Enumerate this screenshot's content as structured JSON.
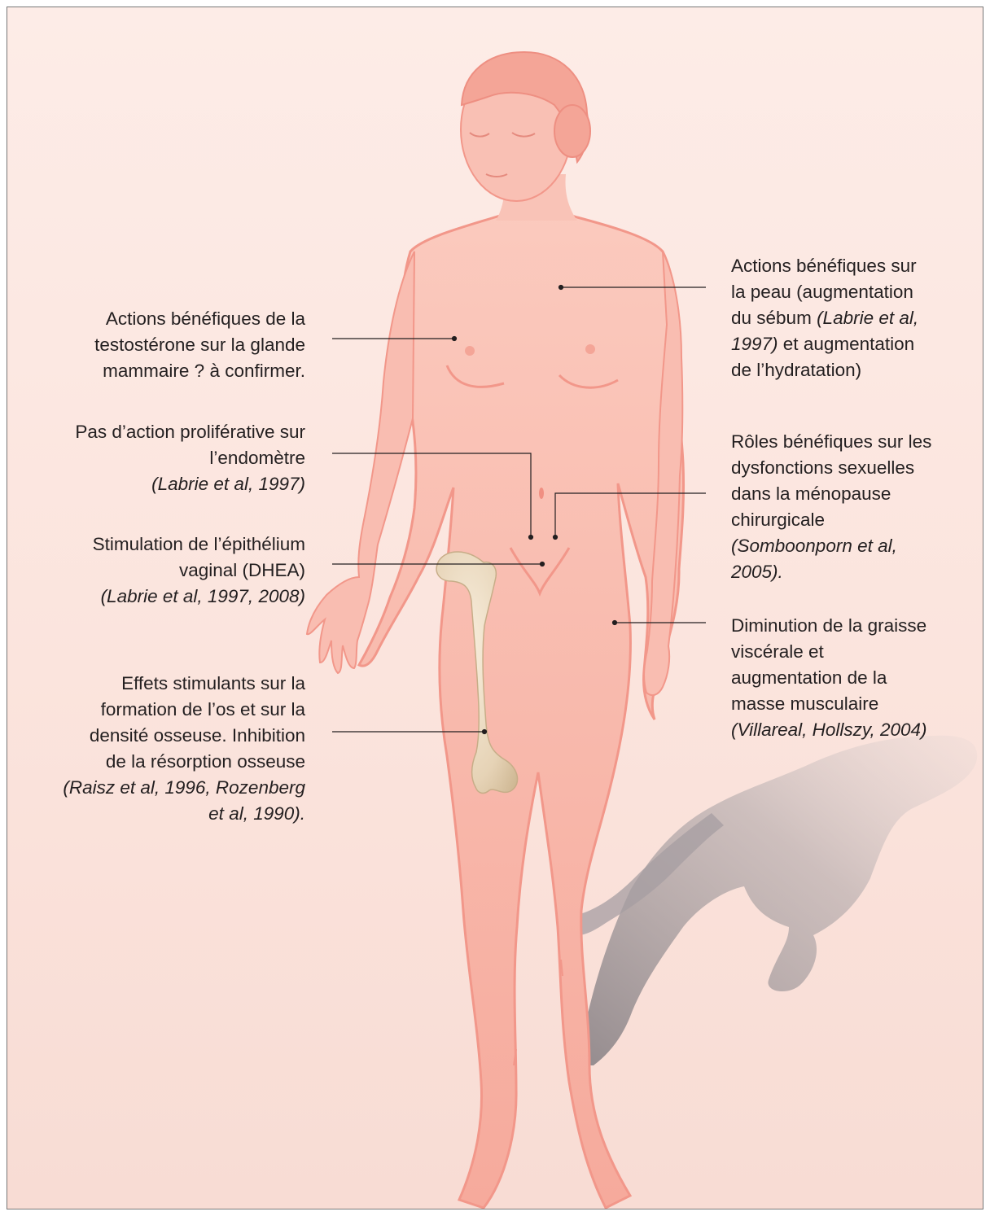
{
  "labels": {
    "mammary": {
      "lines": [
        [
          {
            "t": "Actions bénéfiques de la"
          }
        ],
        [
          {
            "t": "testostérone sur la glande"
          }
        ],
        [
          {
            "t": "mammaire ? à confirmer."
          }
        ]
      ]
    },
    "endometrium": {
      "lines": [
        [
          {
            "t": "Pas d’action proliférative sur"
          }
        ],
        [
          {
            "t": "l’endomètre"
          }
        ],
        [
          {
            "t": "(Labrie et al, 1997)",
            "i": true
          }
        ]
      ]
    },
    "vaginal": {
      "lines": [
        [
          {
            "t": "Stimulation de l’épithélium"
          }
        ],
        [
          {
            "t": "vaginal (DHEA)"
          }
        ],
        [
          {
            "t": "(Labrie et al, 1997, 2008)",
            "i": true
          }
        ]
      ]
    },
    "bone": {
      "lines": [
        [
          {
            "t": "Effets stimulants sur la"
          }
        ],
        [
          {
            "t": "formation de l’os et sur la"
          }
        ],
        [
          {
            "t": "densité osseuse. Inhibition"
          }
        ],
        [
          {
            "t": "de la résorption osseuse"
          }
        ],
        [
          {
            "t": "(Raisz et al, 1996, Rozenberg",
            "i": true
          }
        ],
        [
          {
            "t": "et al, 1990).",
            "i": true
          }
        ]
      ]
    },
    "skin": {
      "lines": [
        [
          {
            "t": "Actions bénéfiques sur"
          }
        ],
        [
          {
            "t": "la peau (augmentation"
          }
        ],
        [
          {
            "t": "du sébum "
          },
          {
            "t": "(Labrie et al,",
            "i": true
          }
        ],
        [
          {
            "t": "1997)",
            "i": true
          },
          {
            "t": " et augmentation"
          }
        ],
        [
          {
            "t": "de l’hydratation)"
          }
        ]
      ]
    },
    "sexual": {
      "lines": [
        [
          {
            "t": "Rôles bénéfiques sur les"
          }
        ],
        [
          {
            "t": "dysfonctions sexuelles"
          }
        ],
        [
          {
            "t": "dans la ménopause"
          }
        ],
        [
          {
            "t": "chirurgicale"
          }
        ],
        [
          {
            "t": "(Somboonporn et al,",
            "i": true
          }
        ],
        [
          {
            "t": "2005).",
            "i": true
          }
        ]
      ]
    },
    "fat": {
      "lines": [
        [
          {
            "t": "Diminution de la graisse"
          }
        ],
        [
          {
            "t": "viscérale et"
          }
        ],
        [
          {
            "t": "augmentation de la"
          }
        ],
        [
          {
            "t": "masse musculaire"
          }
        ],
        [
          {
            "t": "(Villareal, Hollszy, 2004)",
            "i": true
          }
        ]
      ]
    }
  },
  "colors": {
    "background_top": "#fdece7",
    "background_bottom": "#f8dcd4",
    "skin": "#f7b6a9",
    "skin_outline": "#f2978a",
    "bone": "#ead9c0",
    "shadow": "#9d9598",
    "leader_line": "#231f20"
  }
}
